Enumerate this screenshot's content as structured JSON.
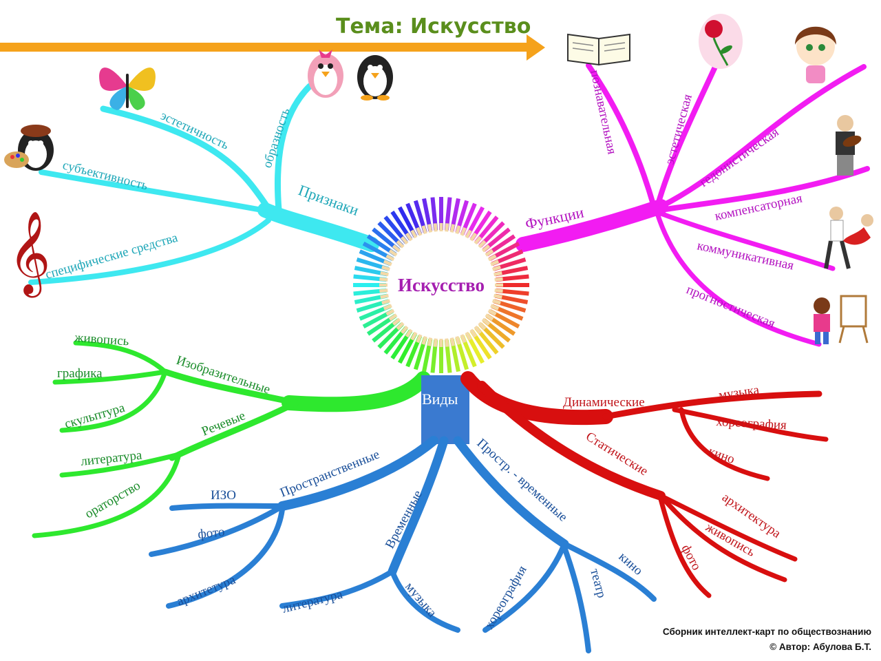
{
  "title": "Тема: Искусство",
  "center": "Искусство",
  "colors": {
    "cyan": "#3ee8f0",
    "magenta": "#f21cf2",
    "green": "#2ee82e",
    "red": "#d80f0f",
    "blue": "#2a7fd4",
    "orange": "#f5a21b",
    "title": "#5a8e1c"
  },
  "branches": {
    "priznaki": {
      "label": "Признаки",
      "items": [
        "эстетичность",
        "образность",
        "субъективность",
        "специфические средства"
      ]
    },
    "funktsii": {
      "label": "Функции",
      "items": [
        "познавательная",
        "эстетическая",
        "гедонистическая",
        "компенсаторная",
        "коммуникативная",
        "прогностическая"
      ]
    },
    "vidy": {
      "label": "Виды",
      "izobr": {
        "label": "Изобразительные",
        "items": [
          "живопись",
          "графика",
          "скульптура"
        ]
      },
      "rechevye": {
        "label": "Речевые",
        "items": [
          "литература",
          "ораторство"
        ]
      },
      "prostr": {
        "label": "Пространственные",
        "items": [
          "ИЗО",
          "фото",
          "архитетура"
        ]
      },
      "vremennye": {
        "label": "Временные",
        "items": [
          "литература",
          "музыка"
        ]
      },
      "prvrem": {
        "label": "Простр. - временные",
        "items": [
          "хореография",
          "театр",
          "кино"
        ]
      },
      "dinam": {
        "label": "Динамические",
        "items": [
          "музыка",
          "хореография",
          "кино"
        ]
      },
      "statich": {
        "label": "Статические",
        "items": [
          "архитектура",
          "живопись",
          "фото"
        ]
      }
    }
  },
  "credits": {
    "line1": "Сборник интеллект-карт по обществознанию",
    "line2": "© Автор: Абулова Б.Т."
  },
  "icons": [
    "butterfly-icon",
    "penguin-pink-icon",
    "penguin-icon",
    "penguin-artist-icon",
    "treble-clef-icon",
    "book-icon",
    "rose-icon",
    "girl-icon",
    "violinist-icon",
    "dancers-icon",
    "child-painter-icon",
    "pencils-ring-icon"
  ]
}
